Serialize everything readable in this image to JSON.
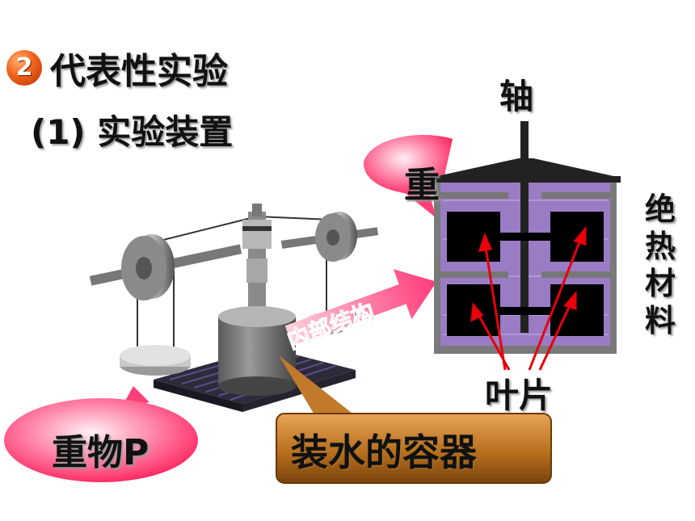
{
  "header": {
    "section_number": "2",
    "section_title": "代表性实验",
    "sub_title": "(1) 实验装置"
  },
  "labels": {
    "shaft": "轴",
    "insulation": "绝热材料",
    "blades": "叶片",
    "weight_p": "重物P",
    "weight_top": "重",
    "internal_structure": "内部结构",
    "water_container": "装水的容器"
  },
  "colors": {
    "bubble_pink": "#ff3f78",
    "container_fill": "#9a7cc4",
    "blade_black": "#000000",
    "arrow_red": "#e8000a",
    "callout_brown": "#a8641e",
    "banner_purple": "#3a1a8a"
  }
}
